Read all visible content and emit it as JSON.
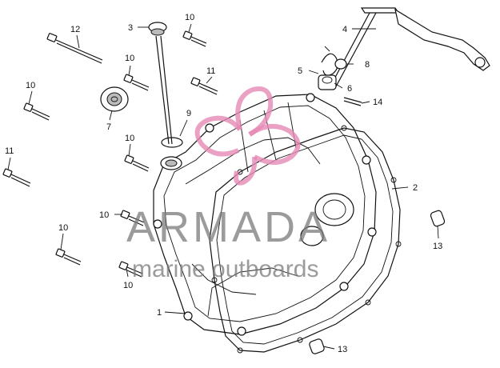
{
  "watermark": {
    "brand": "ARMADA",
    "tagline": "marine outboards",
    "logo_color": "#e68ab5"
  },
  "callouts": {
    "c1": "1",
    "c2": "2",
    "c3": "3",
    "c4": "4",
    "c5": "5",
    "c6": "6",
    "c7": "7",
    "c8": "8",
    "c9": "9",
    "c10a": "10",
    "c10b": "10",
    "c10c": "10",
    "c10d": "10",
    "c10e": "10",
    "c10f": "10",
    "c10g": "10",
    "c11a": "11",
    "c11b": "11",
    "c12": "12",
    "c13a": "13",
    "c13b": "13",
    "c14": "14"
  }
}
